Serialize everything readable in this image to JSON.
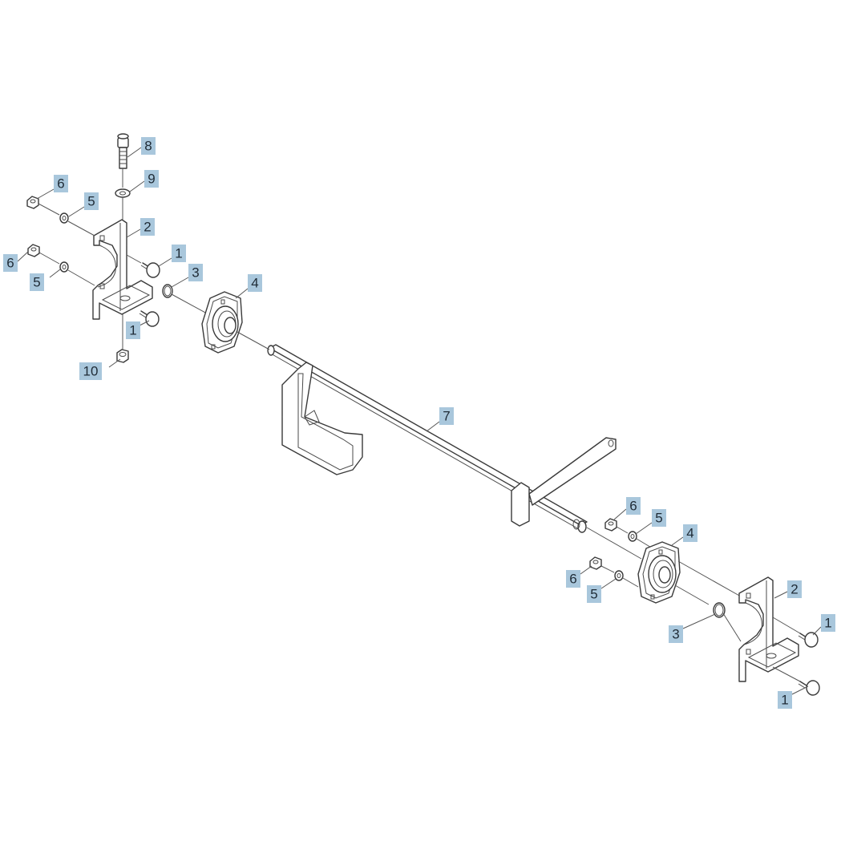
{
  "callouts": [
    {
      "id": "c8",
      "label": "8"
    },
    {
      "id": "c9",
      "label": "9"
    },
    {
      "id": "c6a",
      "label": "6"
    },
    {
      "id": "c5a",
      "label": "5"
    },
    {
      "id": "c2a",
      "label": "2"
    },
    {
      "id": "c6b",
      "label": "6"
    },
    {
      "id": "c5b",
      "label": "5"
    },
    {
      "id": "c1a",
      "label": "1"
    },
    {
      "id": "c3a",
      "label": "3"
    },
    {
      "id": "c4a",
      "label": "4"
    },
    {
      "id": "c1b",
      "label": "1"
    },
    {
      "id": "c10",
      "label": "10"
    },
    {
      "id": "c7",
      "label": "7"
    },
    {
      "id": "c6c",
      "label": "6"
    },
    {
      "id": "c5c",
      "label": "5"
    },
    {
      "id": "c4b",
      "label": "4"
    },
    {
      "id": "c6d",
      "label": "6"
    },
    {
      "id": "c5d",
      "label": "5"
    },
    {
      "id": "c2b",
      "label": "2"
    },
    {
      "id": "c1c",
      "label": "1"
    },
    {
      "id": "c3b",
      "label": "3"
    },
    {
      "id": "c1d",
      "label": "1"
    }
  ],
  "colors": {
    "callout_fill": "#a9c7dc",
    "line": "#3a3a3a"
  }
}
